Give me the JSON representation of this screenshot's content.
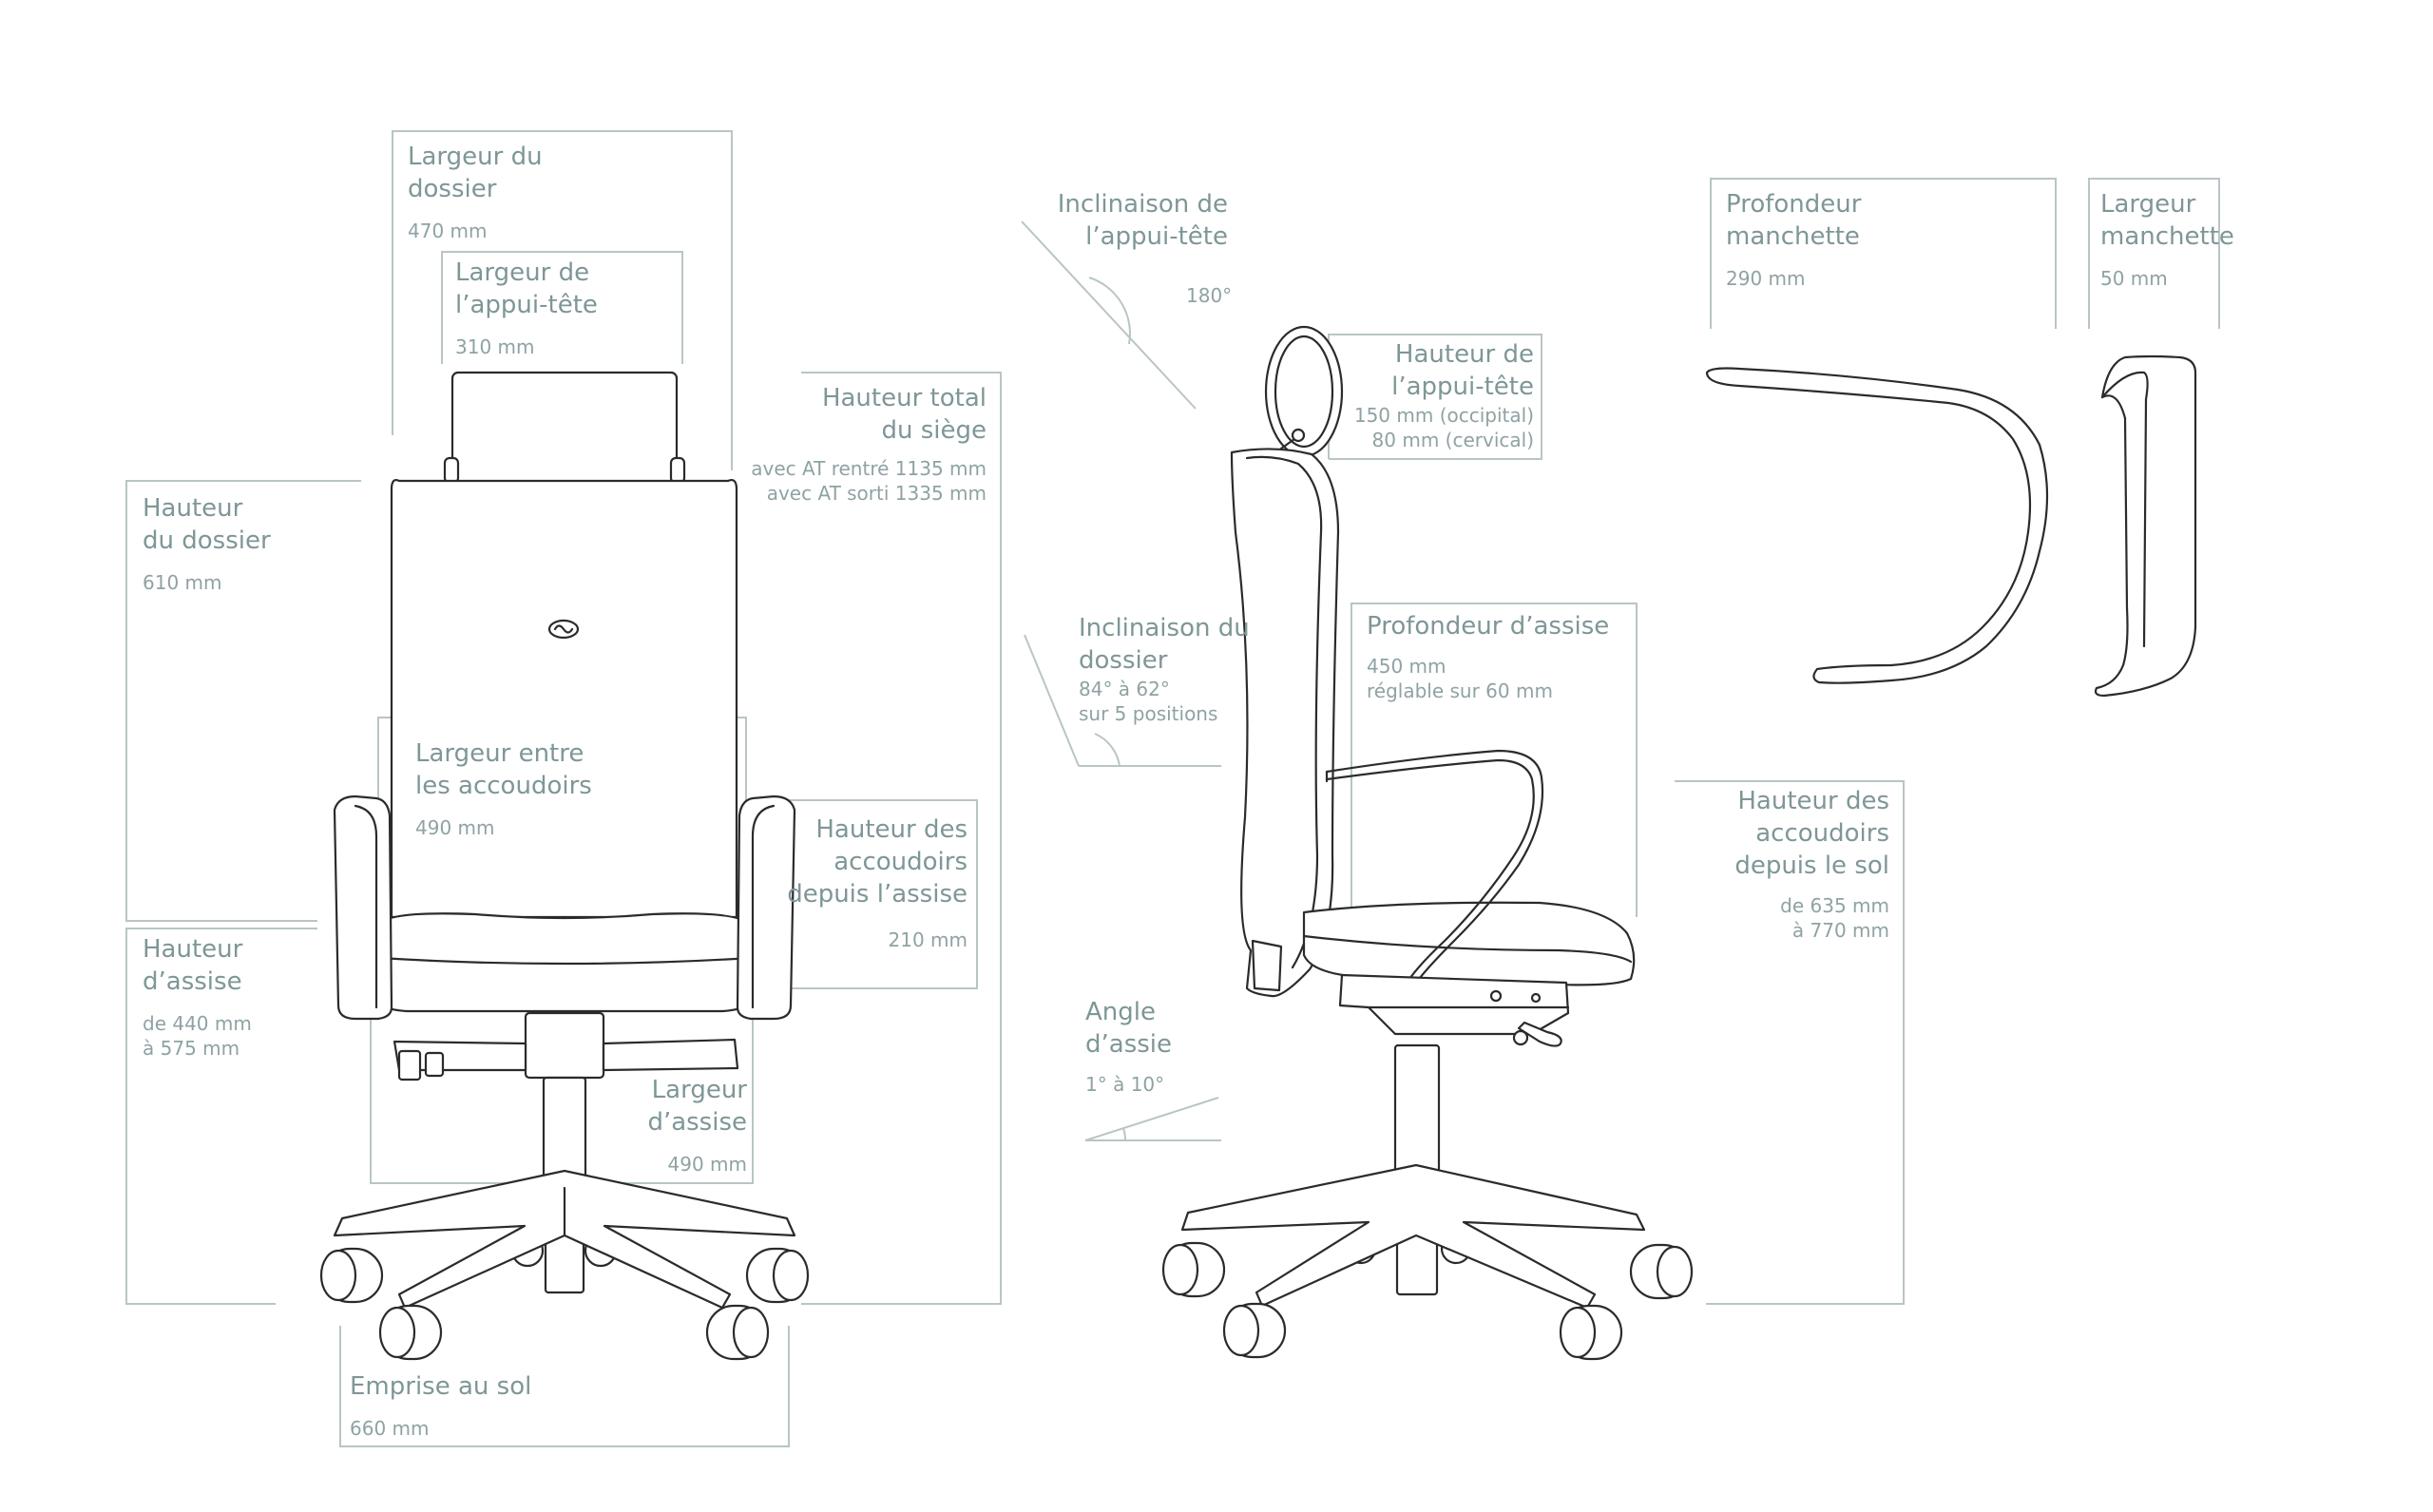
{
  "colors": {
    "guide": "#b9c5c6",
    "label": "#7f9697",
    "value": "#8fa2a3",
    "drawing": "#2b2b2b"
  },
  "dims": {
    "backrest_width": {
      "title": [
        "Largeur du",
        "dossier"
      ],
      "values": [
        "470 mm"
      ]
    },
    "headrest_width": {
      "title": [
        "Largeur de",
        "l’appui-tête"
      ],
      "values": [
        "310 mm"
      ]
    },
    "total_height": {
      "title": [
        "Hauteur total",
        "du siège"
      ],
      "values": [
        "avec AT rentré 1135 mm",
        "avec AT sorti 1335 mm"
      ]
    },
    "backrest_height": {
      "title": [
        "Hauteur",
        "du dossier"
      ],
      "values": [
        "610 mm"
      ]
    },
    "armrest_spacing": {
      "title": [
        "Largeur entre",
        "les accoudoirs"
      ],
      "values": [
        "490 mm"
      ]
    },
    "armrest_height_seat": {
      "title": [
        "Hauteur des",
        "accoudoirs",
        "depuis l’assise"
      ],
      "values": [
        "210 mm"
      ]
    },
    "seat_height": {
      "title": [
        "Hauteur",
        "d’assise"
      ],
      "values": [
        "de 440 mm",
        "à 575 mm"
      ]
    },
    "seat_width": {
      "title": [
        "Largeur",
        "d’assise"
      ],
      "values": [
        "490 mm"
      ]
    },
    "footprint": {
      "title": [
        "Emprise au sol"
      ],
      "values": [
        "660 mm"
      ]
    },
    "headrest_tilt": {
      "title": [
        "Inclinaison de",
        "l’appui-tête"
      ],
      "values": [
        "180°"
      ]
    },
    "headrest_height": {
      "title": [
        "Hauteur de",
        "l’appui-tête"
      ],
      "values": [
        "150 mm (occipital)",
        "80 mm (cervical)"
      ]
    },
    "backrest_tilt": {
      "title": [
        "Inclinaison du",
        "dossier"
      ],
      "values": [
        "84° à 62°",
        "sur 5 positions"
      ]
    },
    "seat_depth": {
      "title": [
        "Profondeur d’assise"
      ],
      "values": [
        "450 mm",
        "réglable sur 60 mm"
      ]
    },
    "seat_angle": {
      "title": [
        "Angle",
        "d’assie"
      ],
      "values": [
        "1° à 10°"
      ]
    },
    "armrest_height_floor": {
      "title": [
        "Hauteur des",
        "accoudoirs",
        "depuis le sol"
      ],
      "values": [
        "de 635 mm",
        "à 770 mm"
      ]
    },
    "armpad_depth": {
      "title": [
        "Profondeur",
        "manchette"
      ],
      "values": [
        "290 mm"
      ]
    },
    "armpad_width": {
      "title": [
        "Largeur",
        "manchette"
      ],
      "values": [
        "50 mm"
      ]
    }
  }
}
